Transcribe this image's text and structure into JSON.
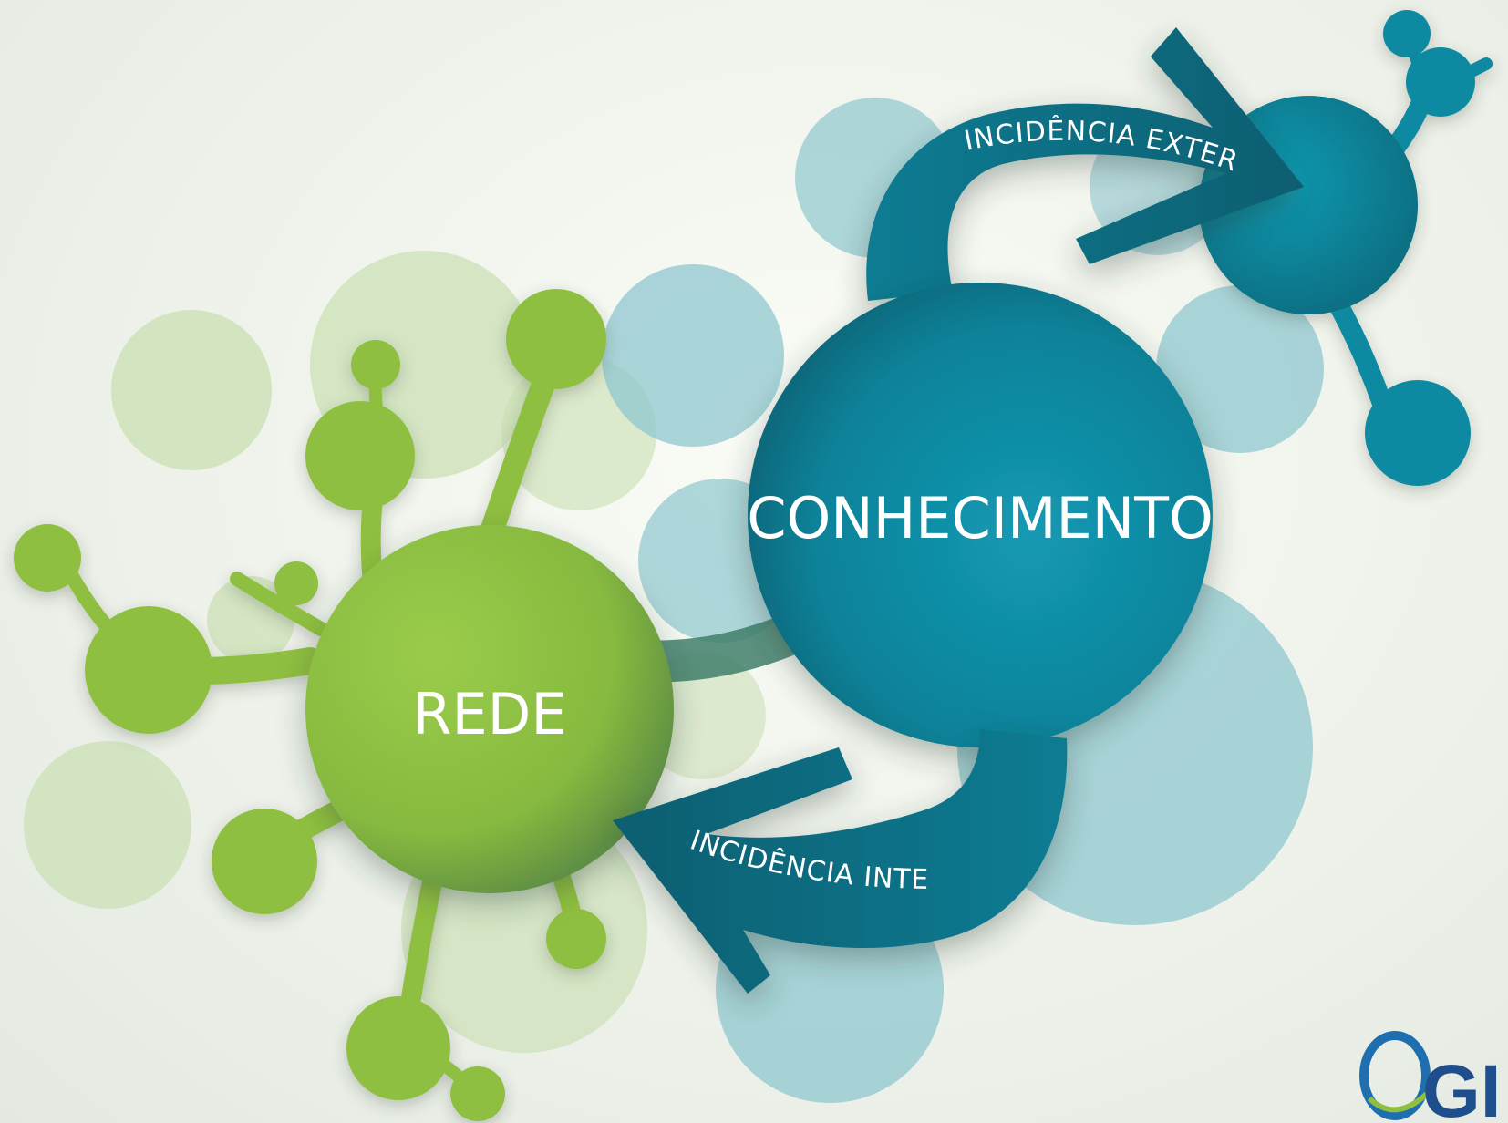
{
  "nodes": {
    "rede": {
      "label": "REDE"
    },
    "conhecimento": {
      "label": "CONHECIMENTO"
    }
  },
  "arrows": {
    "external": {
      "label": "INCIDÊNCIA EXTERNA"
    },
    "internal": {
      "label": "INCIDÊNCIA INTERNA"
    }
  },
  "logo": {
    "text": "GI"
  },
  "colors": {
    "green": "#8fbf3f",
    "green_dark": "#6a9a46",
    "teal": "#0f8aa2",
    "teal_dark": "#0b5f72",
    "light_teal": "#8fc7cf",
    "light_green": "#c9dfb2"
  }
}
